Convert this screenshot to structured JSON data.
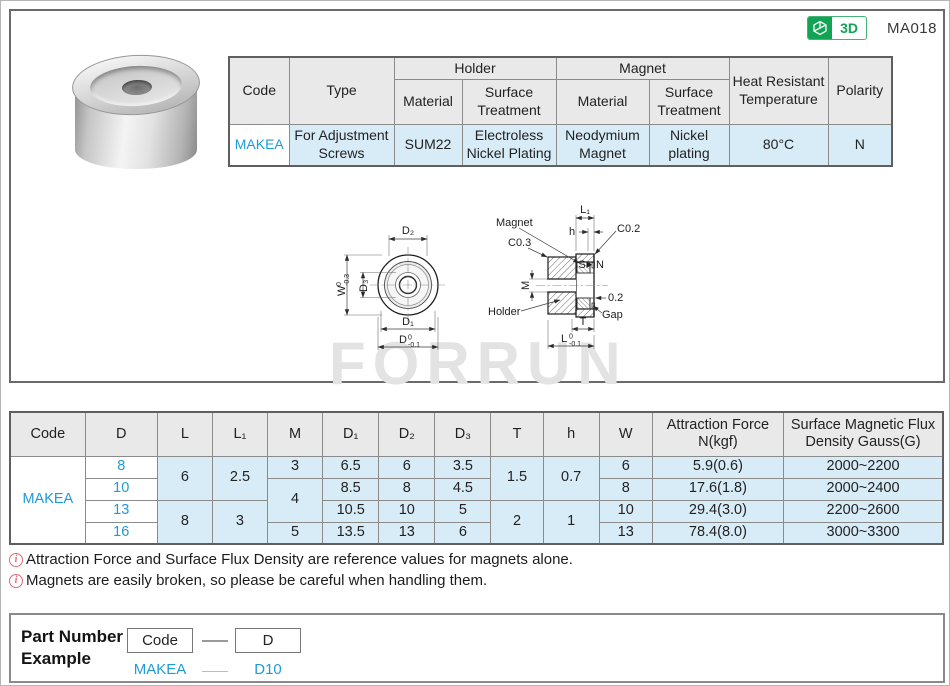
{
  "badge": {
    "label_3d": "3D",
    "page_code": "MA018"
  },
  "spec_table": {
    "h_code": "Code",
    "h_type": "Type",
    "h_holder": "Holder",
    "h_magnet": "Magnet",
    "h_holder_material": "Material",
    "h_holder_surface": "Surface Treatment",
    "h_magnet_material": "Material",
    "h_magnet_surface": "Surface Treatment",
    "h_heat": "Heat Resistant Temperature",
    "h_polarity": "Polarity",
    "row": {
      "code": "MAKEA",
      "type": "For Adjustment Screws",
      "holder_material": "SUM22",
      "holder_surface": "Electroless Nickel Plating",
      "magnet_material": "Neodymium Magnet",
      "magnet_surface": "Nickel plating",
      "heat": "80°C",
      "polarity": "N"
    }
  },
  "drawing": {
    "front": {
      "d2": "D₂",
      "d3": "D₃",
      "w": "W",
      "w_tol_top": "0",
      "w_tol_bot": "-0.3",
      "d1": "D₁",
      "d": "D",
      "d_tol_top": "0",
      "d_tol_bot": "-0.1"
    },
    "section": {
      "magnet": "Magnet",
      "c03": "C0.3",
      "l1": "L₁",
      "h": "h",
      "c02": "C0.2",
      "s": "S",
      "n": "N",
      "m": "M",
      "gap_value": "0.2",
      "holder": "Holder",
      "gap": "Gap",
      "t": "T",
      "l": "L",
      "l_tol_top": "0",
      "l_tol_bot": "-0.1"
    }
  },
  "watermark": "FORRUN",
  "dim_table": {
    "headers": {
      "code": "Code",
      "d": "D",
      "l": "L",
      "l1": "L₁",
      "m": "M",
      "d1": "D₁",
      "d2": "D₂",
      "d3": "D₃",
      "t": "T",
      "h": "h",
      "w": "W",
      "af": "Attraction Force N(kgf)",
      "flux": "Surface Magnetic Flux Density Gauss(G)"
    },
    "code": "MAKEA",
    "rows": [
      {
        "d": "8",
        "l": "6",
        "l1": "2.5",
        "m": "3",
        "d1": "6.5",
        "d2": "6",
        "d3": "3.5",
        "t": "1.5",
        "h": "0.7",
        "w": "6",
        "af": "5.9(0.6)",
        "flux": "2000~2200"
      },
      {
        "d": "10",
        "m": "4",
        "d1": "8.5",
        "d2": "8",
        "d3": "4.5",
        "w": "8",
        "af": "17.6(1.8)",
        "flux": "2000~2400"
      },
      {
        "d": "13",
        "l": "8",
        "l1": "3",
        "d1": "10.5",
        "d2": "10",
        "d3": "5",
        "t": "2",
        "h": "1",
        "w": "10",
        "af": "29.4(3.0)",
        "flux": "2200~2600"
      },
      {
        "d": "16",
        "m": "5",
        "d1": "13.5",
        "d2": "13",
        "d3": "6",
        "w": "13",
        "af": "78.4(8.0)",
        "flux": "3000~3300"
      }
    ]
  },
  "notes": [
    {
      "text": "Attraction Force and Surface Flux Density are reference values for magnets alone."
    },
    {
      "text": "Magnets are easily broken, so please be careful when handling them."
    }
  ],
  "part_number": {
    "title_line1": "Part Number",
    "title_line2": "Example",
    "code_box_label": "Code",
    "d_box_label": "D",
    "example_code": "MAKEA",
    "example_d": "D10"
  }
}
